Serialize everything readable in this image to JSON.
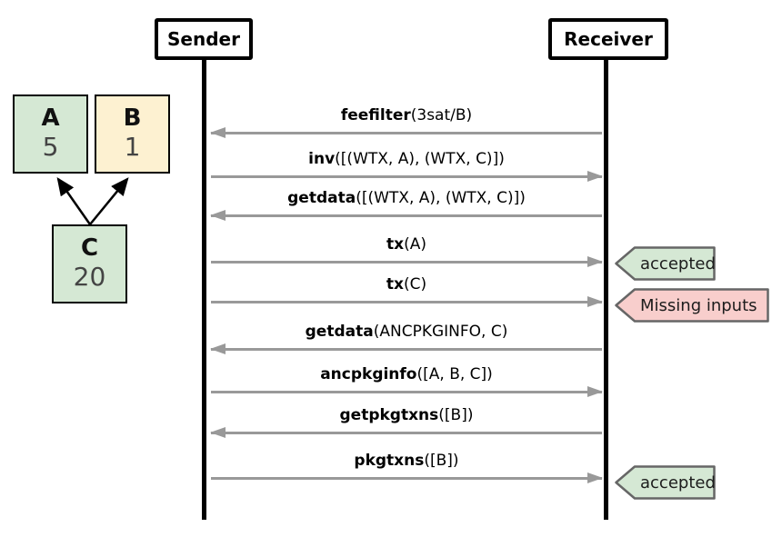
{
  "actors": [
    {
      "label": "Sender"
    },
    {
      "label": "Receiver"
    }
  ],
  "graph": {
    "nodes": [
      {
        "id": "A",
        "label": "A",
        "value": "5",
        "color": "green"
      },
      {
        "id": "B",
        "label": "B",
        "value": "1",
        "color": "yellow"
      },
      {
        "id": "C",
        "label": "C",
        "value": "20",
        "color": "green"
      }
    ],
    "edges": [
      {
        "from": "C",
        "to": "A"
      },
      {
        "from": "C",
        "to": "B"
      }
    ]
  },
  "messages": [
    {
      "name": "feefilter",
      "args": "(3sat/B)",
      "direction": "to-sender"
    },
    {
      "name": "inv",
      "args": "([(WTX, A), (WTX, C)])",
      "direction": "to-receiver"
    },
    {
      "name": "getdata",
      "args": "([(WTX, A), (WTX, C)])",
      "direction": "to-sender"
    },
    {
      "name": "tx",
      "args": "(A)",
      "direction": "to-receiver"
    },
    {
      "name": "tx",
      "args": "(C)",
      "direction": "to-receiver"
    },
    {
      "name": "getdata",
      "args": "(ANCPKGINFO, C)",
      "direction": "to-sender"
    },
    {
      "name": "ancpkginfo",
      "args": "([A, B, C])",
      "direction": "to-receiver"
    },
    {
      "name": "getpkgtxns",
      "args": "([B])",
      "direction": "to-sender"
    },
    {
      "name": "pkgtxns",
      "args": "([B])",
      "direction": "to-receiver"
    }
  ],
  "badges": [
    {
      "label": "accepted",
      "status": "success"
    },
    {
      "label": "Missing inputs",
      "status": "error"
    },
    {
      "label": "accepted",
      "status": "success"
    }
  ],
  "colors": {
    "node_green": "#d5e8d4",
    "node_yellow": "#fdf1d1",
    "badge_green": "#d5e8d4",
    "badge_pink": "#f8cecc",
    "badge_border": "#666666",
    "arrow_gray": "#999999",
    "value_gray": "#444444"
  }
}
